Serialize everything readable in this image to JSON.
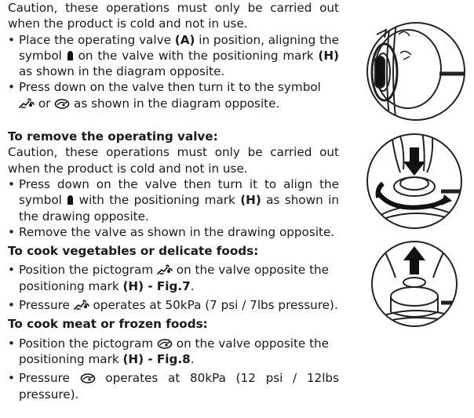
{
  "section1": {
    "caution": "Caution, these operations must only be carried out when the product is cold and not in use.",
    "b1_pre": "Place the operating valve ",
    "b1_bold1": "(A)",
    "b1_mid": " in position, aligning the symbol ",
    "b1_mid2": " on the valve with the positioning mark ",
    "b1_bold2": "(H)",
    "b1_post": " as shown in the diagram opposite.",
    "b2_pre": "Press down on the valve then turn it to the symbol ",
    "b2_mid": " or ",
    "b2_post": " as shown in the diagram opposite."
  },
  "section2": {
    "heading": "To remove the operating valve:",
    "caution": "Caution, these operations must only be carried out when the product is cold and not in use.",
    "b1_pre": "Press down on the valve then turn it to align the symbol ",
    "b1_mid": " with the positioning mark ",
    "b1_bold": "(H)",
    "b1_post": " as shown in the drawing opposite.",
    "b2": "Remove the valve as shown in the drawing opposite."
  },
  "section3": {
    "heading": "To cook vegetables or delicate foods:",
    "b1_pre": "Position the pictogram ",
    "b1_mid": " on the valve opposite the positioning mark ",
    "b1_bold": "(H) - Fig.7",
    "b1_post": ".",
    "b2_pre": "Pressure ",
    "b2_post": " operates at 50kPa (7 psi / 7lbs pressure)."
  },
  "section4": {
    "heading": "To cook meat or frozen foods:",
    "b1_pre": "Position the pictogram ",
    "b1_mid": " on the valve opposite the positioning mark ",
    "b1_bold": "(H) - Fig.8",
    "b1_post": ".",
    "b2_pre": "Pressure ",
    "b2_post": " operates at 80kPa (12 psi / 12lbs pressure)."
  },
  "icons": {
    "lock": "lock-symbol-icon",
    "steam": "vegetable-steam-icon",
    "meat": "meat-icon"
  }
}
